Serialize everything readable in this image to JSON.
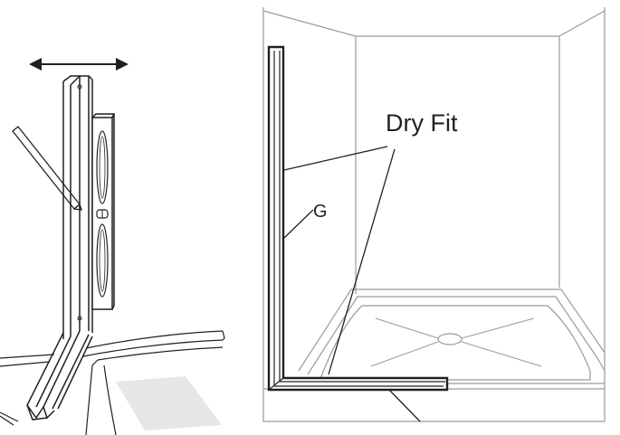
{
  "labels": {
    "dry_fit": "Dry Fit",
    "g": "G"
  },
  "colors": {
    "line": "#231f20",
    "wall_line": "#9a9a9a",
    "shadow": "#e6e6e6",
    "background": "#ffffff"
  },
  "icons": {
    "arrow": "double-headed-horizontal-arrow",
    "level": "spirit-level-icon",
    "pencil": "pencil-icon"
  }
}
